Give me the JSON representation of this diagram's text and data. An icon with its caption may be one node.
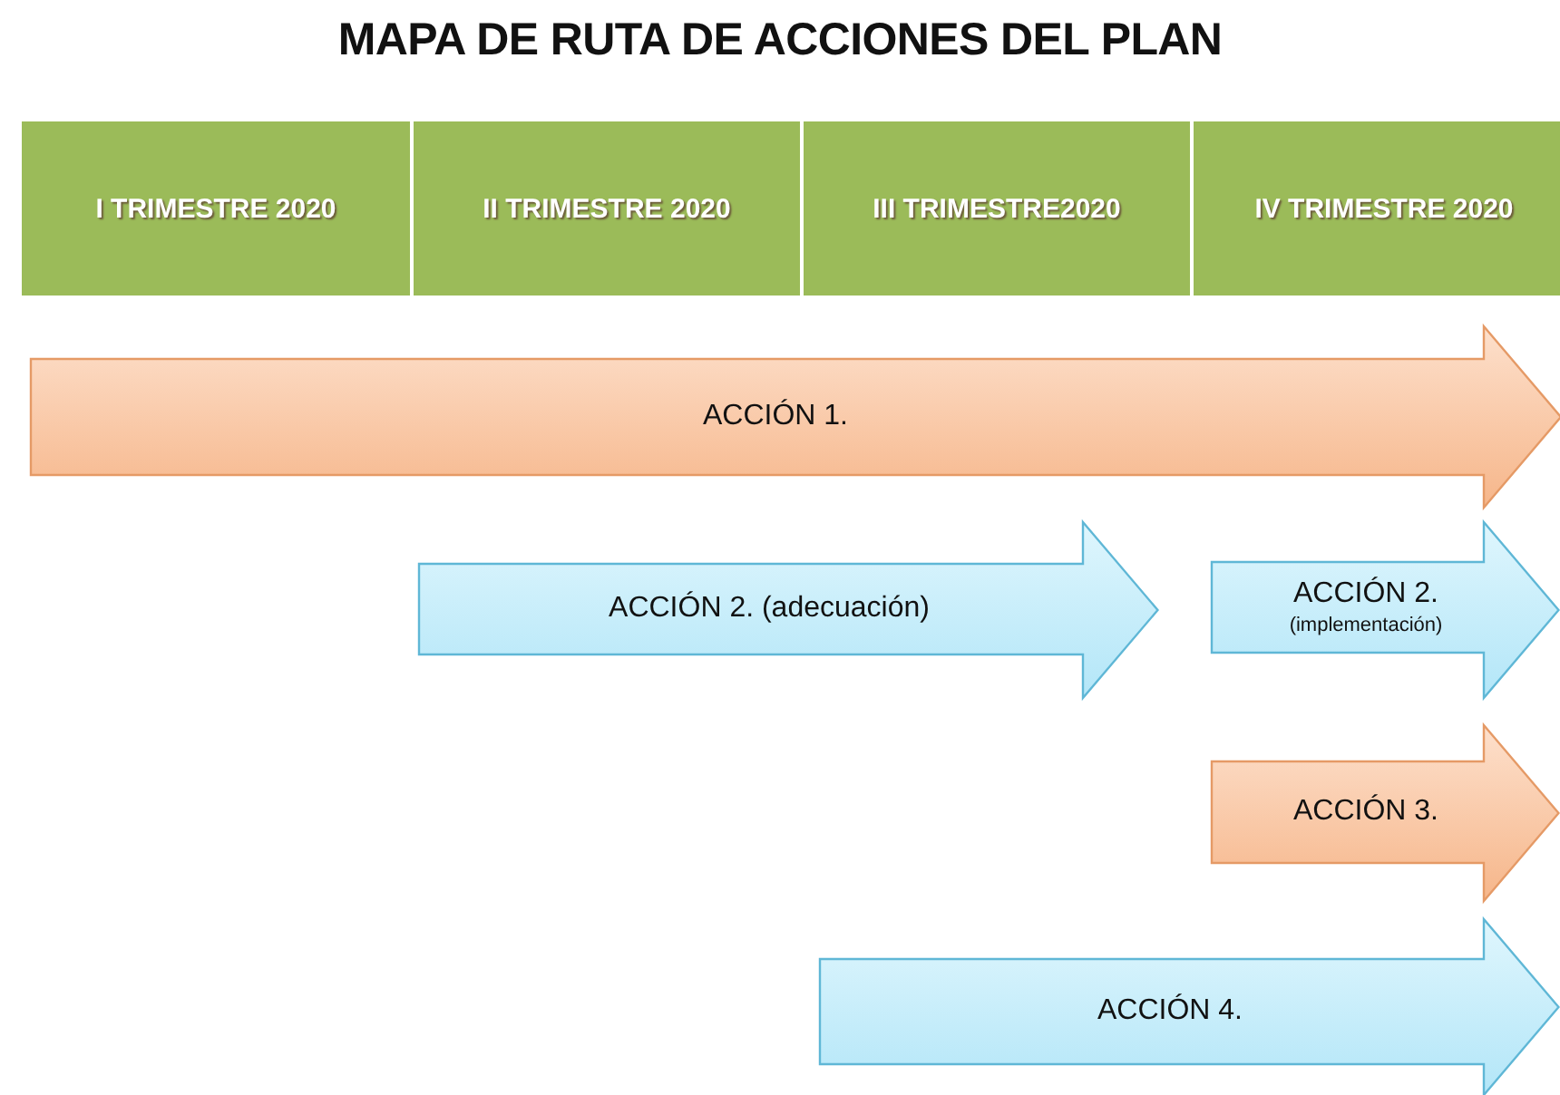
{
  "diagram": {
    "title": "MAPA DE RUTA DE ACCIONES DEL PLAN",
    "nodes": [
      {
        "text": [
          "I TRIMESTRE 2020"
        ]
      },
      {
        "text": [
          "II TRIMESTRE 2020"
        ]
      },
      {
        "text": [
          "III TRIMESTRE2020"
        ]
      },
      {
        "text": [
          "IV TRIMESTRE 2020"
        ]
      },
      {
        "text": [
          "ACCIÓN 1."
        ]
      },
      {
        "text": [
          "ACCIÓN 2. (adecuación)"
        ]
      },
      {
        "text": [
          "ACCIÓN 2.",
          "(implementación)"
        ]
      },
      {
        "text": [
          "ACCIÓN 3."
        ]
      },
      {
        "text": [
          "ACCIÓN 4."
        ]
      }
    ]
  }
}
